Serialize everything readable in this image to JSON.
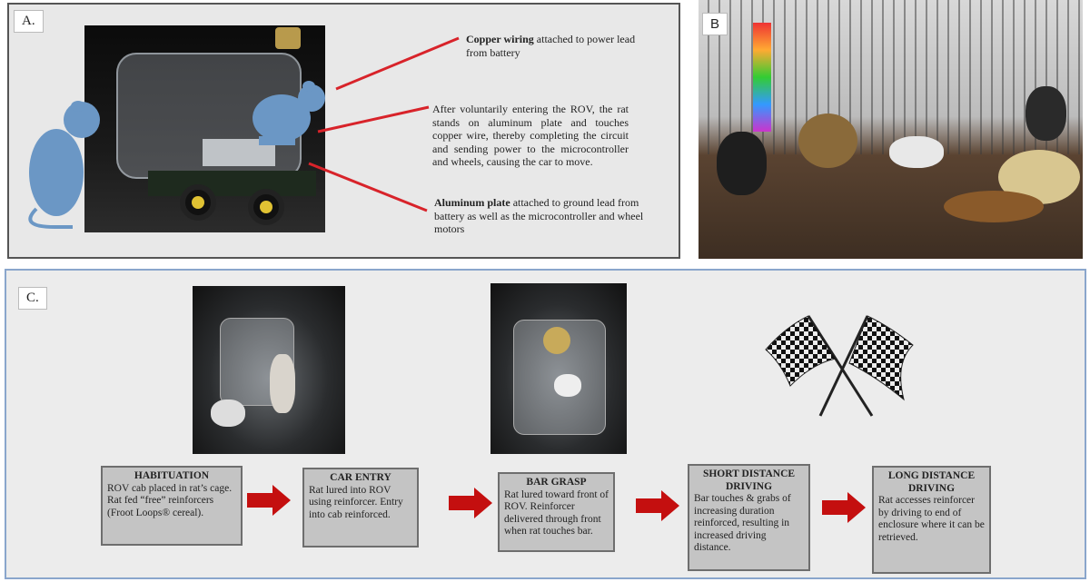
{
  "panel_a": {
    "label": "A.",
    "copper_bold": "Copper wiring",
    "copper_rest": " attached to power lead  from battery",
    "circuit_text": "After voluntarily entering the ROV, the rat stands on aluminum plate and touches copper wire, thereby completing the circuit and sending power to the microcontroller and wheels, causing the car to move.",
    "aluminum_bold": "Aluminum plate",
    "aluminum_rest": " attached to ground lead from battery as well as the microcontroller and wheel motors"
  },
  "panel_b": {
    "label": "B"
  },
  "panel_c": {
    "label": "C.",
    "steps": [
      {
        "title": "HABITUATION",
        "body": "ROV cab placed in rat’s cage.  Rat fed “free” reinforcers (Froot Loops® cereal)."
      },
      {
        "title": "CAR ENTRY",
        "body": "Rat lured into ROV using reinforcer.  Entry into cab reinforced."
      },
      {
        "title": "BAR GRASP",
        "body": "Rat lured toward front of ROV.  Reinforcer delivered through front when rat touches bar."
      },
      {
        "title": "SHORT DISTANCE DRIVING",
        "body": "Bar touches & grabs of increasing duration reinforced, resulting in increased driving distance."
      },
      {
        "title": "LONG DISTANCE DRIVING",
        "body": "Rat accesses reinforcer by driving to end of enclosure where it  can be retrieved."
      }
    ]
  },
  "colors": {
    "rat": "#6b97c5",
    "arrow": "#c40f0f",
    "pointer": "#d8232a"
  }
}
